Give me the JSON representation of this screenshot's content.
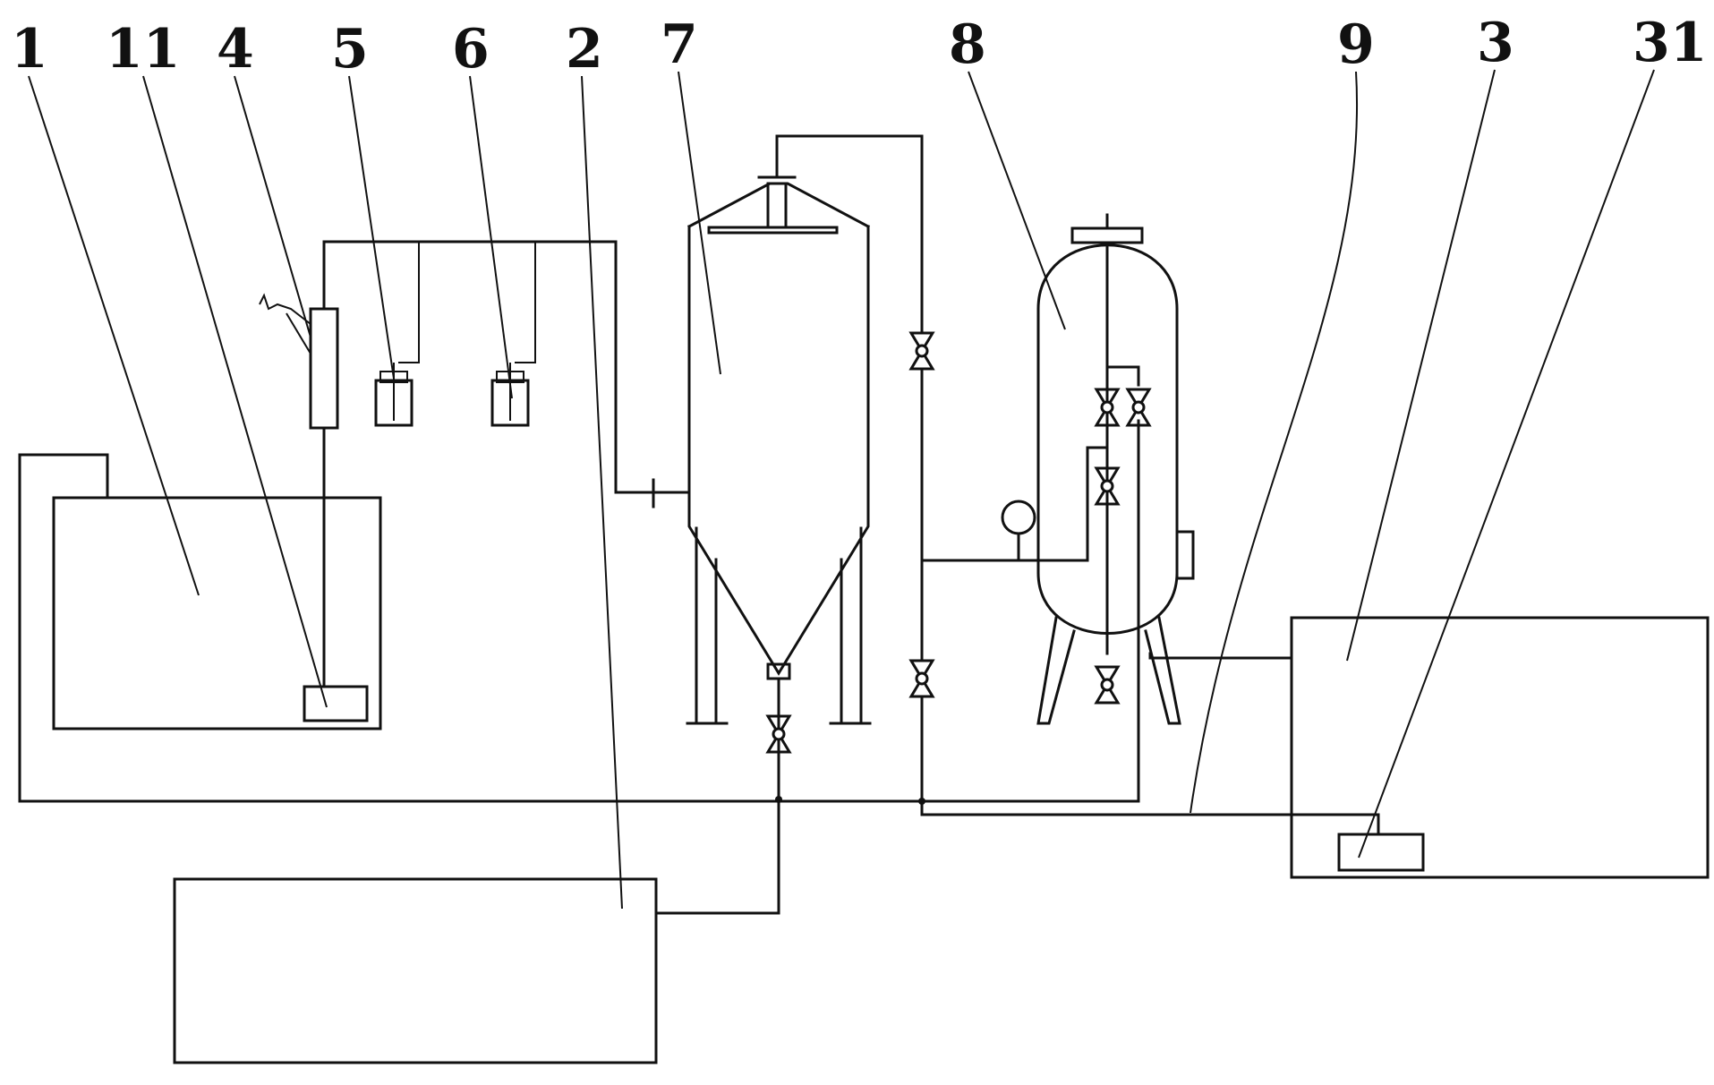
{
  "labels": {
    "l1": "1",
    "l11": "11",
    "l4": "4",
    "l5": "5",
    "l6": "6",
    "l2": "2",
    "l7": "7",
    "l8": "8",
    "l9": "9",
    "l3": "3",
    "l31": "31"
  }
}
